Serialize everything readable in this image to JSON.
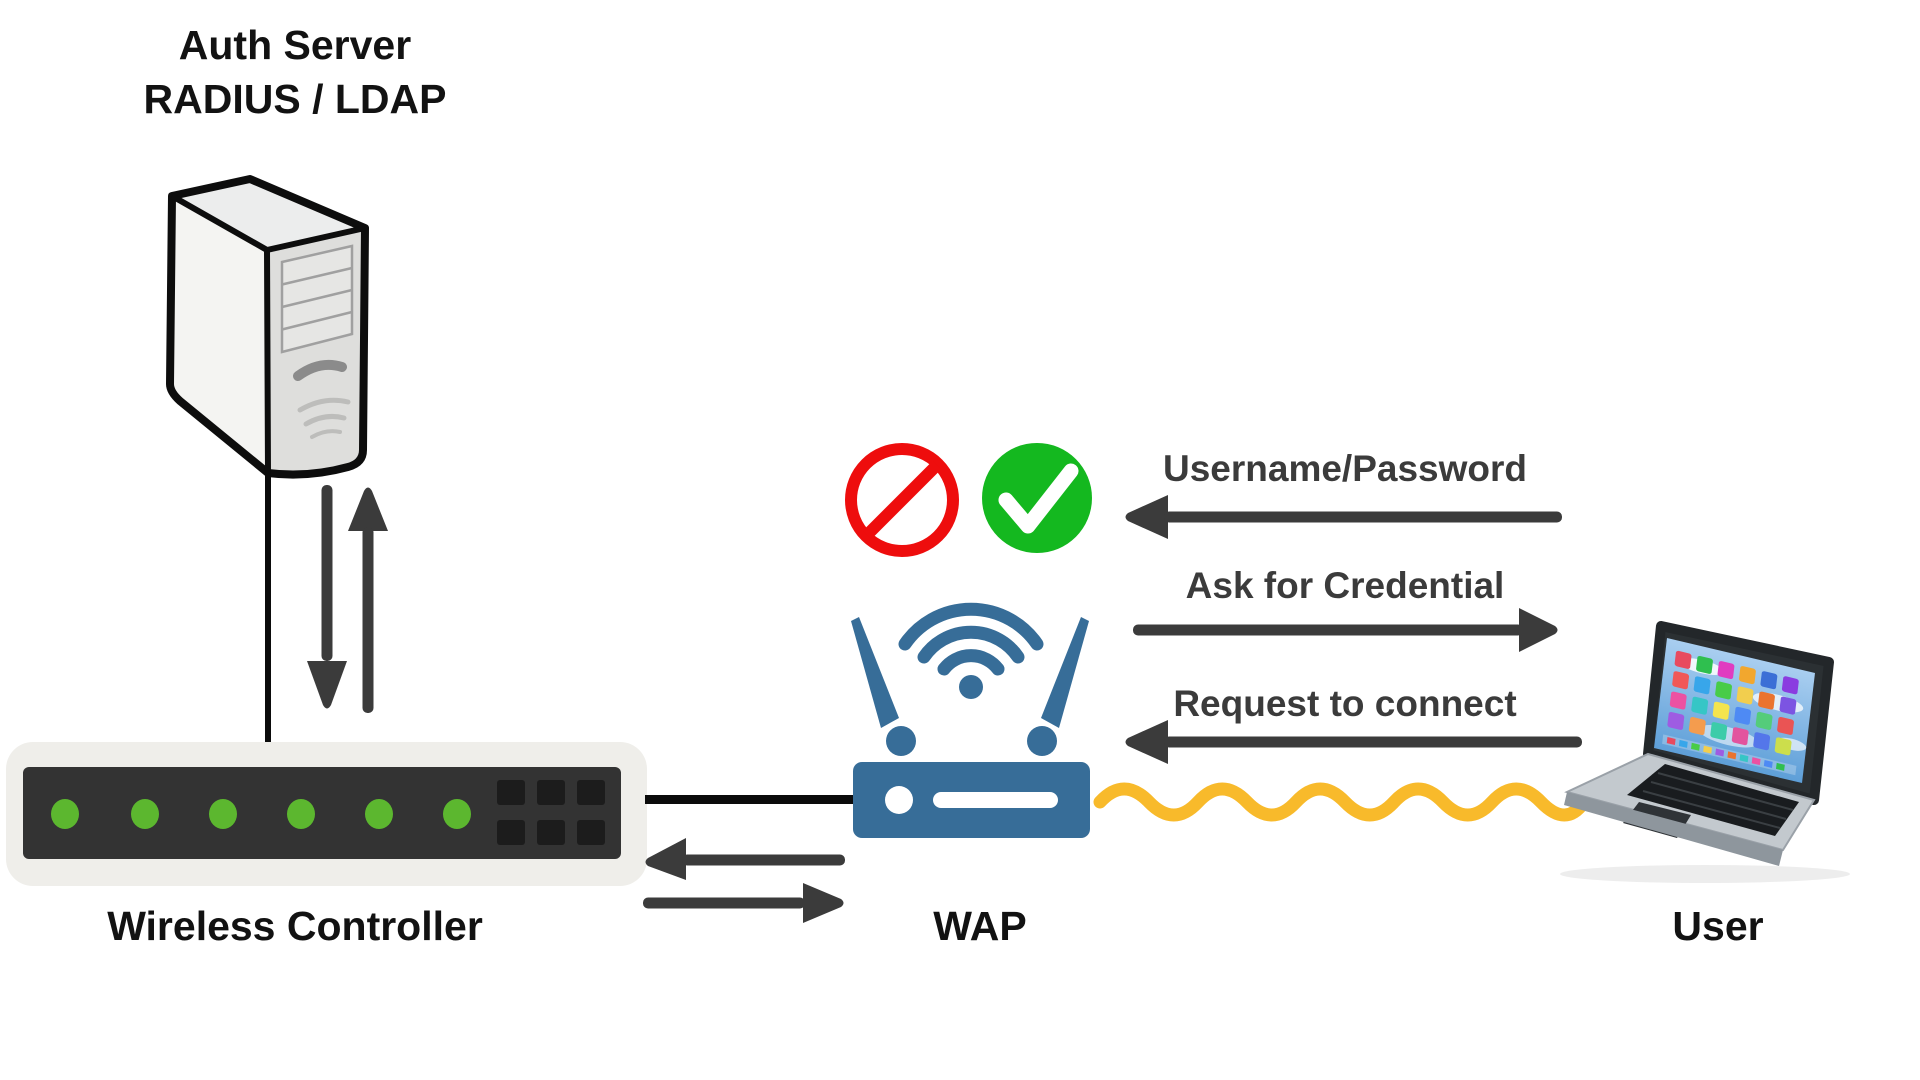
{
  "nodes": {
    "auth_server": {
      "line1": "Auth Server",
      "line2": "RADIUS / LDAP"
    },
    "controller": {
      "label": "Wireless Controller",
      "led_count": 6,
      "port_count": 6
    },
    "wap": {
      "label": "WAP"
    },
    "user": {
      "label": "User"
    }
  },
  "messages": [
    {
      "label": "Username/Password",
      "direction": "left"
    },
    {
      "label": "Ask for Credential",
      "direction": "right"
    },
    {
      "label": "Request to connect",
      "direction": "left"
    }
  ],
  "icons": {
    "deny": "no-entry-sign",
    "allow": "green-checkmark",
    "server": "tower-server",
    "controller": "network-switch",
    "wap": "wireless-router",
    "user": "laptop"
  },
  "colors": {
    "arrow_dark": "#3b3b3b",
    "led_green": "#5cb72f",
    "wap_blue": "#376d98",
    "wire_yellow": "#f8ba2b",
    "deny_red": "#ee0d0d",
    "allow_green": "#14b81f",
    "text_dark": "#121212",
    "line_black": "#0b0b0b"
  }
}
